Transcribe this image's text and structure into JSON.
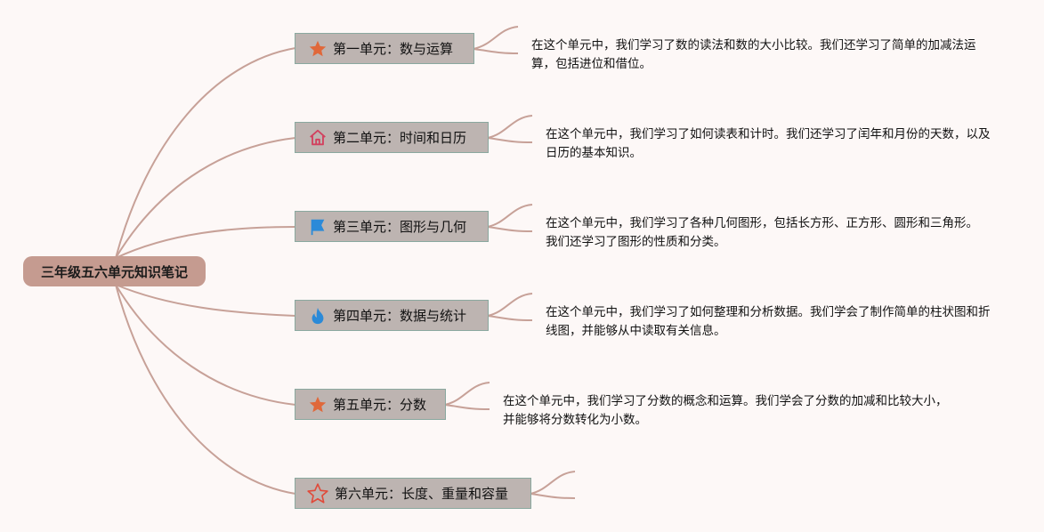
{
  "root": {
    "label": "三年级五六单元知识笔记"
  },
  "branches": [
    {
      "label": "第一单元：数与运算",
      "icon": "star-icon",
      "note": "在这个单元中，我们学习了数的读法和数的大小比较。我们还学习了简单的加减法运算，包括进位和借位。"
    },
    {
      "label": "第二单元：时间和日历",
      "icon": "home-icon",
      "note": "在这个单元中，我们学习了如何读表和计时。我们还学习了闰年和月份的天数，以及日历的基本知识。"
    },
    {
      "label": "第三单元：图形与几何",
      "icon": "flag-icon",
      "note": "在这个单元中，我们学习了各种几何图形，包括长方形、正方形、圆形和三角形。我们还学习了图形的性质和分类。"
    },
    {
      "label": "第四单元：数据与统计",
      "icon": "flame-icon",
      "note": "在这个单元中，我们学习了如何整理和分析数据。我们学会了制作简单的柱状图和折线图，并能够从中读取有关信息。"
    },
    {
      "label": "第五单元：分数",
      "icon": "star-icon",
      "note": "在这个单元中，我们学习了分数的概念和运算。我们学会了分数的加减和比较大小，并能够将分数转化为小数。"
    },
    {
      "label": "第六单元：长度、重量和容量",
      "icon": "star-outline-icon",
      "note": ""
    }
  ],
  "colors": {
    "root_bg": "#c59b90",
    "branch_bg": "#bdb4b1",
    "branch_border": "#8aa89f",
    "link": "#c7a198",
    "star": "#e0683a",
    "home": "#d2405e",
    "flag": "#2b8ad8",
    "flame": "#2b8ad8",
    "star_outline": "#e04a3a"
  }
}
